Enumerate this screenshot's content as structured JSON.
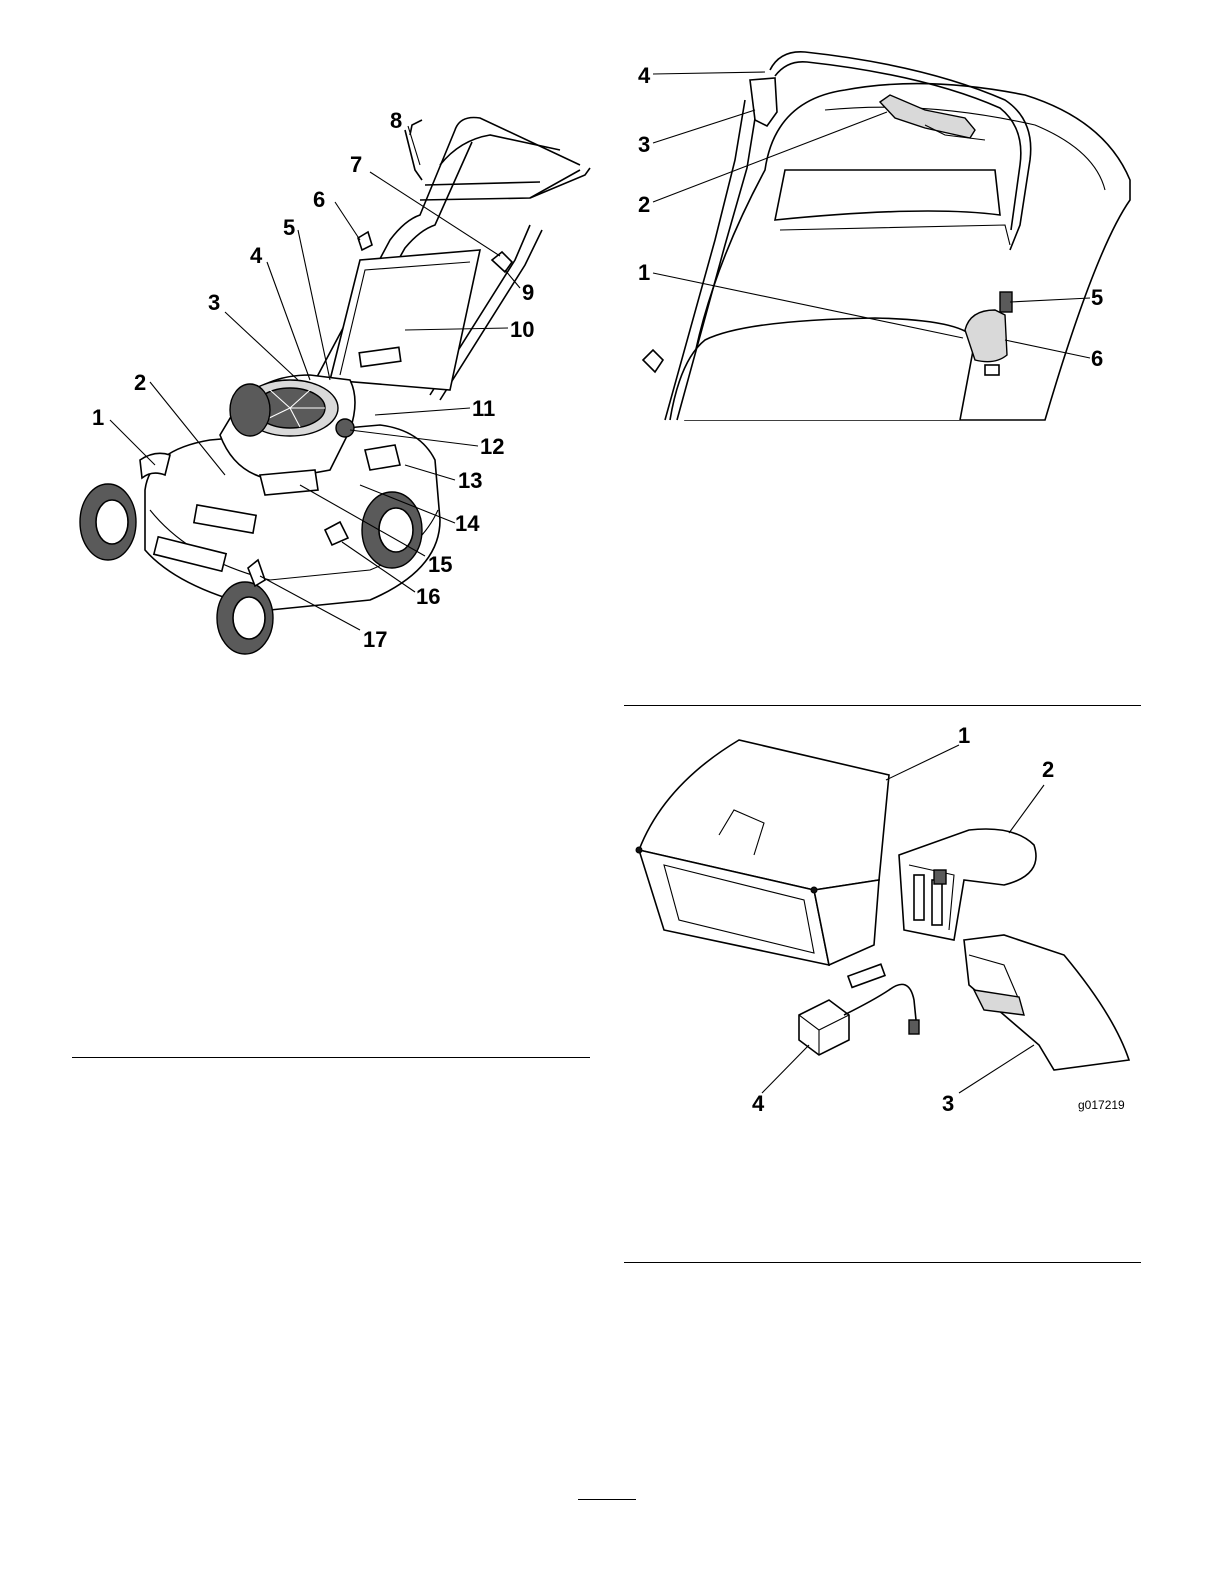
{
  "figure_mower": {
    "callouts": [
      "1",
      "2",
      "3",
      "4",
      "5",
      "6",
      "7",
      "8",
      "9",
      "10",
      "11",
      "12",
      "13",
      "14",
      "15",
      "16",
      "17"
    ]
  },
  "figure_handle": {
    "callouts": [
      "1",
      "2",
      "3",
      "4",
      "5",
      "6"
    ]
  },
  "figure_loose_parts": {
    "callouts": [
      "1",
      "2",
      "3",
      "4"
    ],
    "graphic_code": "g017219"
  }
}
